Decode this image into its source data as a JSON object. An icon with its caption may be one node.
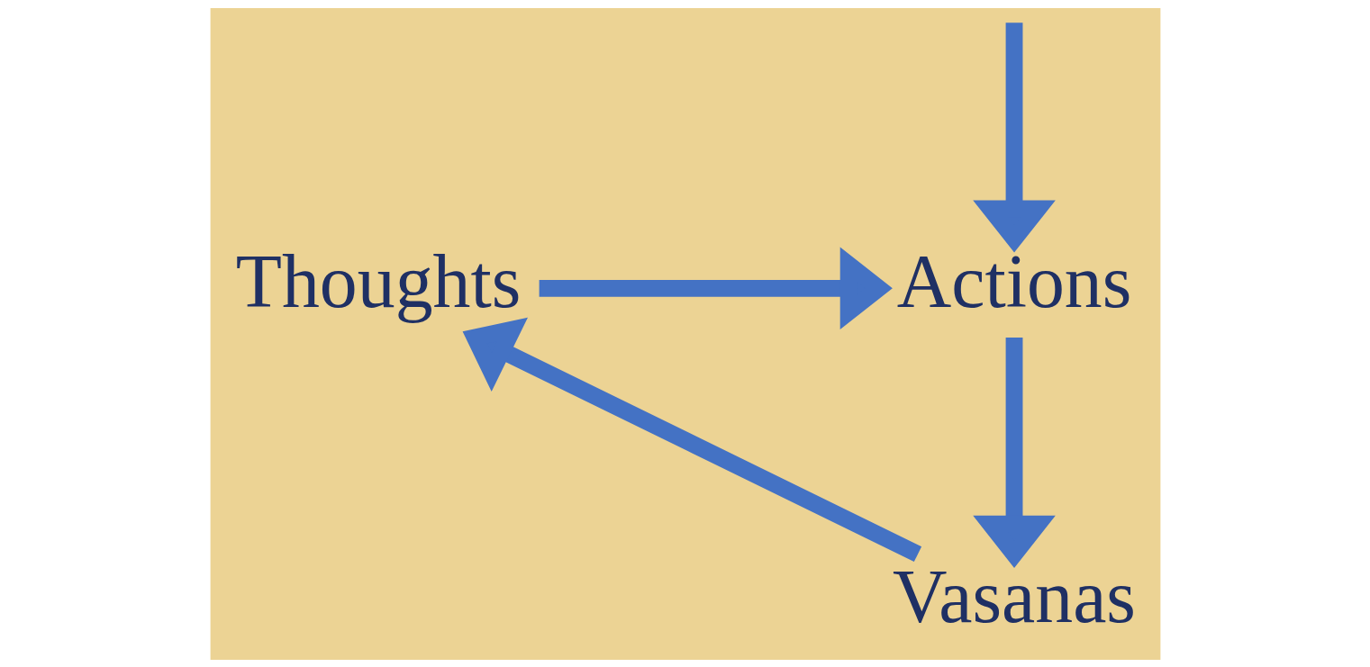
{
  "diagram": {
    "nodes": [
      {
        "text": [
          "Thoughts"
        ]
      },
      {
        "text": [
          "Actions"
        ]
      },
      {
        "text": [
          "Vasanas"
        ]
      }
    ],
    "edges": [
      {
        "from": 0,
        "to": 1,
        "arrow": "to"
      },
      {
        "from": 1,
        "to": 2,
        "arrow": "to"
      },
      {
        "from": 2,
        "to": 0,
        "arrow": "to"
      },
      {
        "from": null,
        "to": 1,
        "arrow": "to"
      }
    ]
  }
}
